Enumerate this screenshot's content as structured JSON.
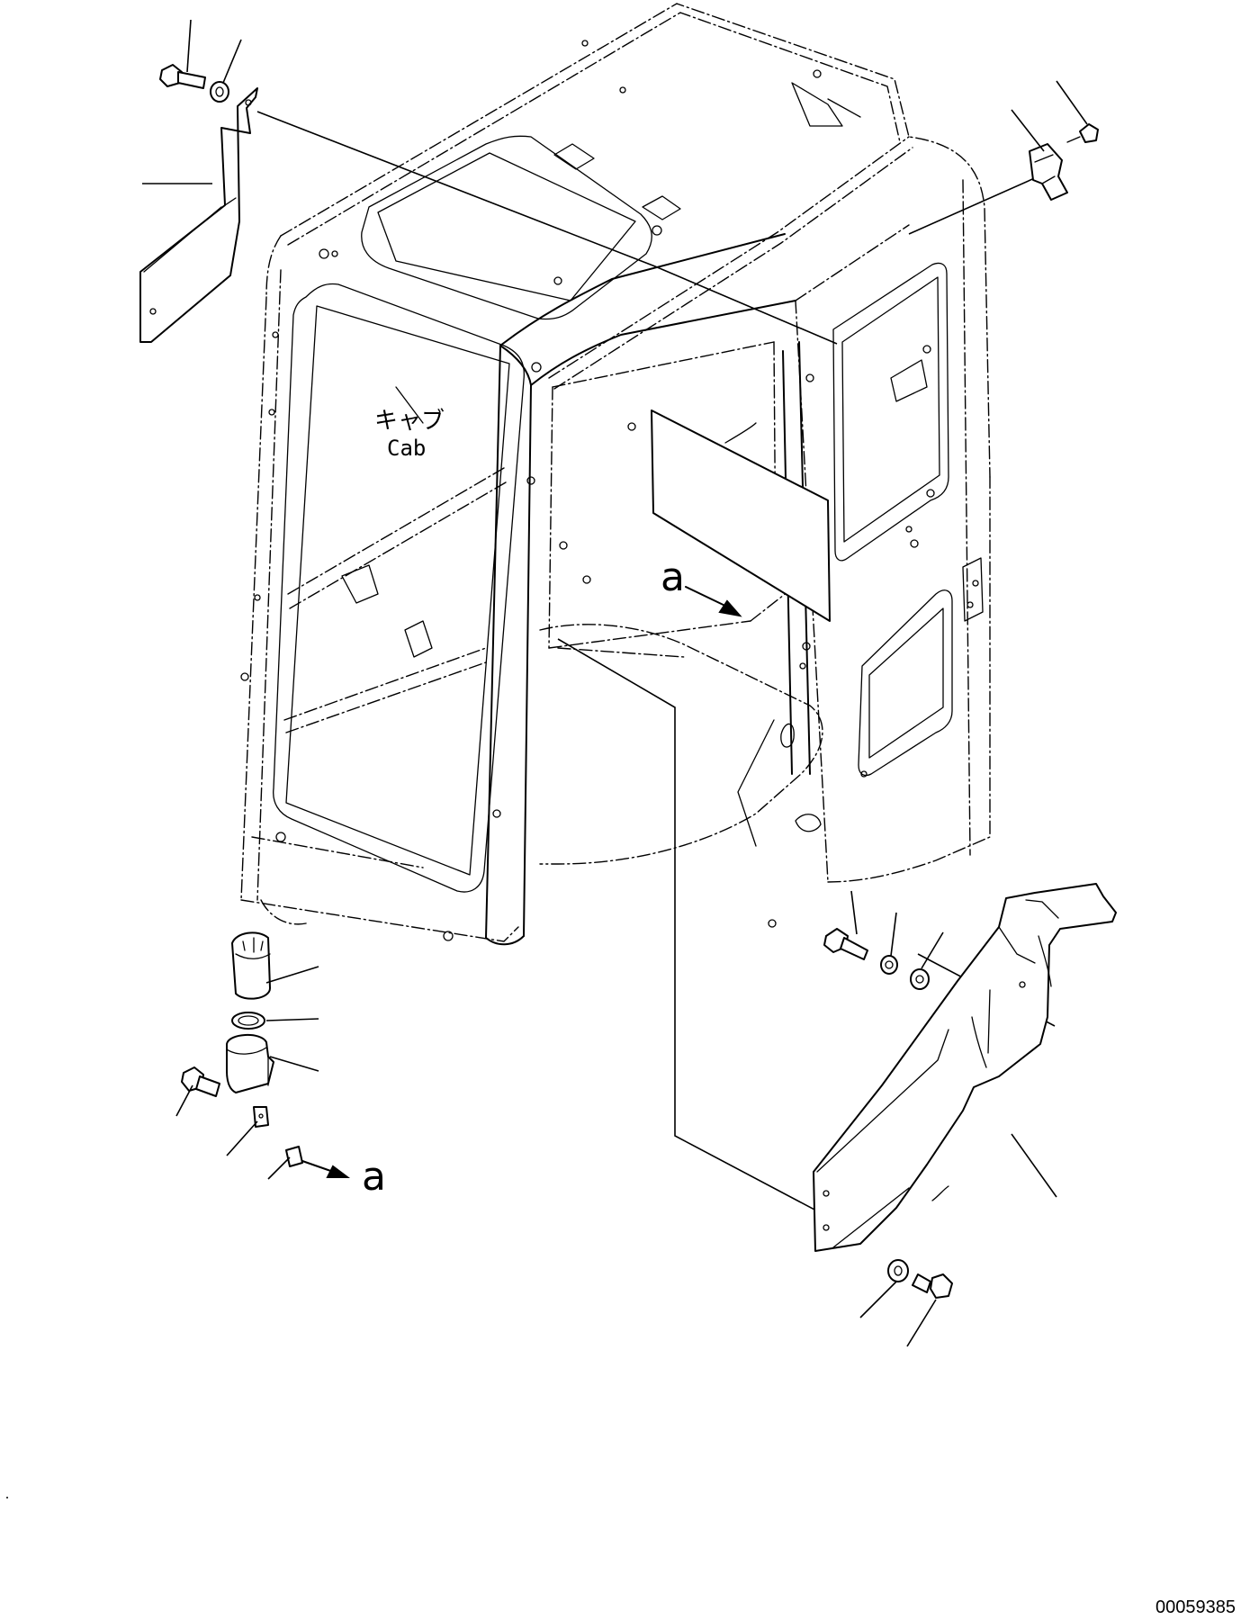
{
  "diagram": {
    "cab_label_jp": "キャブ",
    "cab_label_en": "Cab",
    "view_marker_main": "a",
    "view_marker_detail": "a",
    "drawing_number": "00059385"
  }
}
